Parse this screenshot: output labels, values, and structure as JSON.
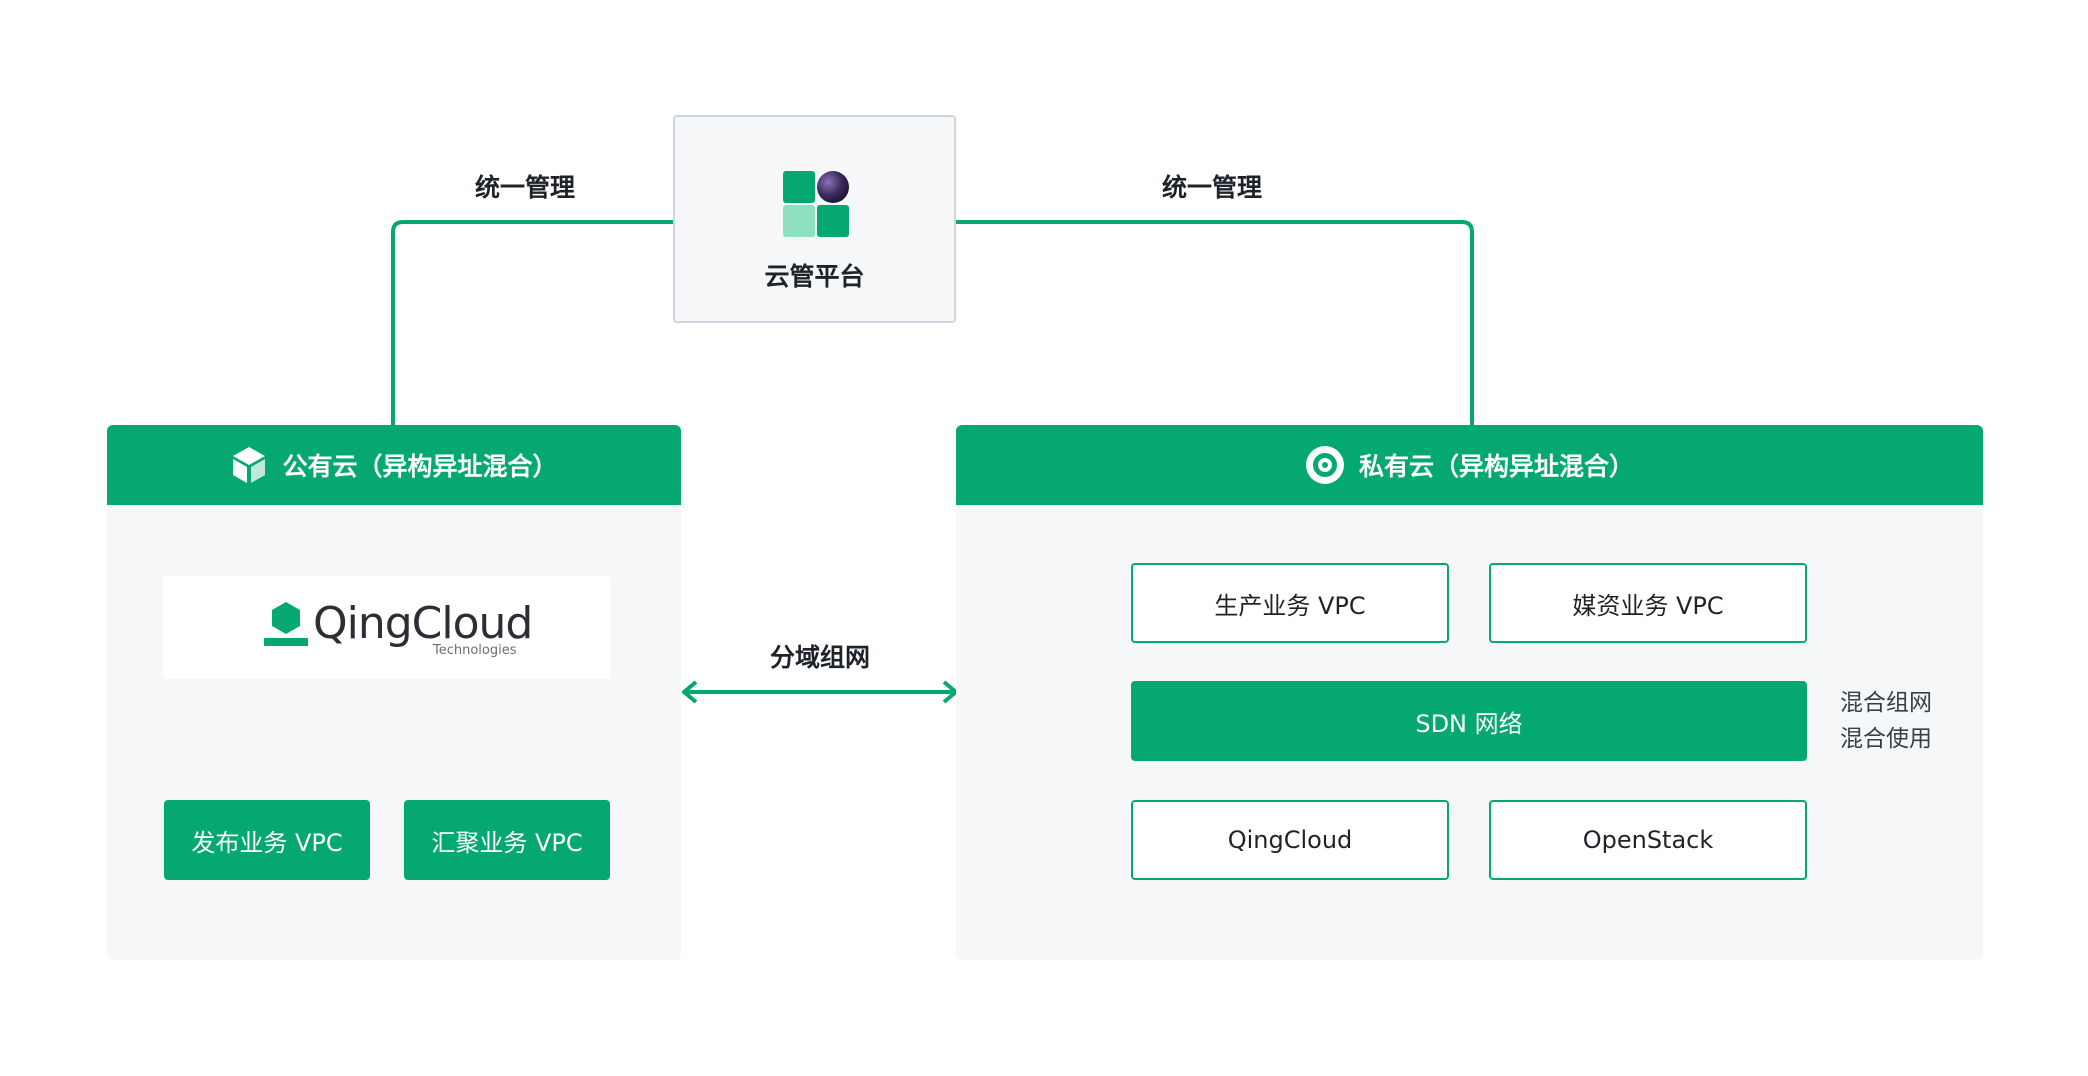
{
  "links": {
    "left_label": "统一管理",
    "right_label": "统一管理",
    "middle_label": "分域组网"
  },
  "platform": {
    "name": "云管平台",
    "logo_icon": "cloud-platform-logo-icon"
  },
  "public_cloud": {
    "title": "公有云（异构异址混合）",
    "icon": "cube-icon",
    "brand": {
      "name": "QingCloud",
      "subtitle": "Technologies"
    },
    "vpcs": [
      "发布业务 VPC",
      "汇聚业务 VPC"
    ]
  },
  "private_cloud": {
    "title": "私有云（异构异址混合）",
    "icon": "target-icon",
    "vpcs": [
      "生产业务 VPC",
      "媒资业务 VPC"
    ],
    "network": "SDN 网络",
    "platforms": [
      "QingCloud",
      "OpenStack"
    ],
    "notes": [
      "混合组网",
      "混合使用"
    ]
  },
  "colors": {
    "brand_green": "#05a870",
    "panel_bg": "#f6f7f9",
    "platform_border": "#cfd6dd",
    "logo_purple": "#3b2a5c"
  }
}
